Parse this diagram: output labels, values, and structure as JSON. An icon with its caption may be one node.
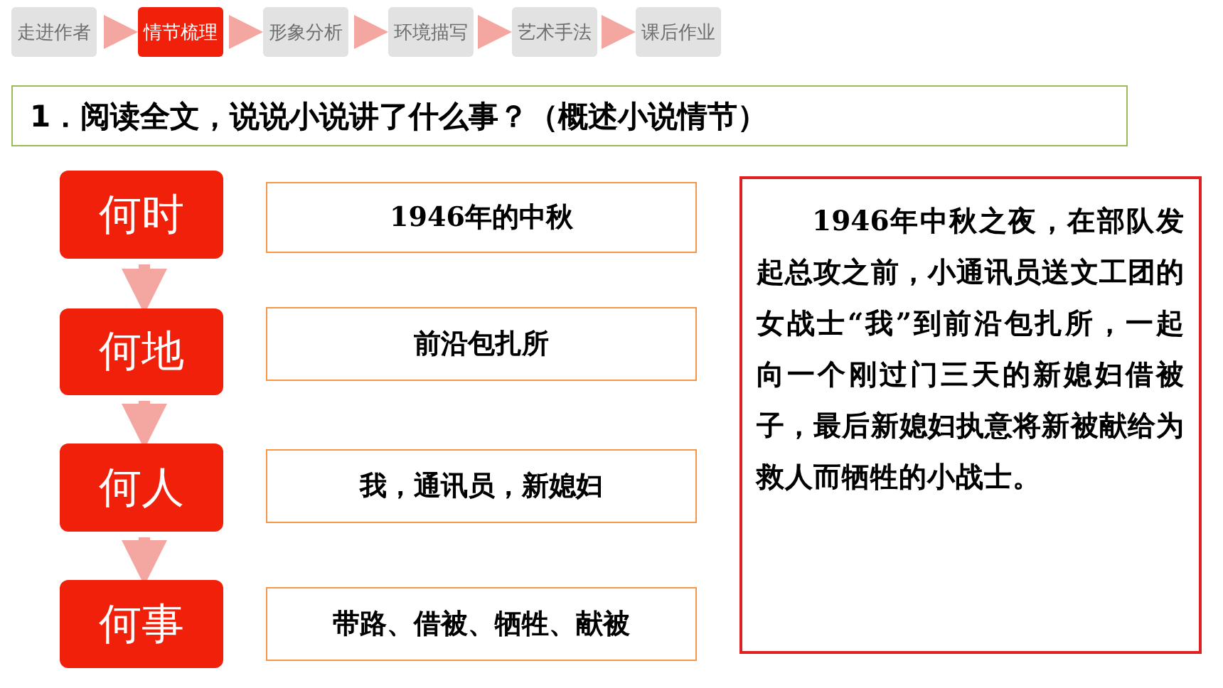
{
  "diagram": {
    "nodes": [
      {
        "text": [
          "走进作者"
        ]
      },
      {
        "text": [
          "情节梳理"
        ]
      },
      {
        "text": [
          "形象分析"
        ]
      },
      {
        "text": [
          "环境描写"
        ]
      },
      {
        "text": [
          "艺术手法"
        ]
      },
      {
        "text": [
          "课后作业"
        ]
      },
      {
        "text": [
          "1．阅读全文，说说小说讲了什么事？（概述小说情节）"
        ]
      },
      {
        "text": [
          "何时"
        ]
      },
      {
        "text": [
          "1946年的中秋"
        ]
      },
      {
        "text": [
          "何地"
        ]
      },
      {
        "text": [
          "前沿包扎所"
        ]
      },
      {
        "text": [
          "何人"
        ]
      },
      {
        "text": [
          "我，通讯员，新媳妇"
        ]
      },
      {
        "text": [
          "何事"
        ]
      },
      {
        "text": [
          "带路、借被、牺牲、献被"
        ]
      },
      {
        "text": [
          "1946年中秋之夜，在部队发起总攻之前，小通讯员送文工团的女战士“我”到前沿包扎所，一起向一个刚过门三天的新媳妇借被子，最后新媳妇执意将新被献给为救人而牺牲的小战士。"
        ]
      }
    ],
    "edges": [
      {
        "from": 0,
        "to": 1,
        "arrow": "to"
      },
      {
        "from": 1,
        "to": 2,
        "arrow": "to"
      },
      {
        "from": 2,
        "to": 3,
        "arrow": "to"
      },
      {
        "from": 3,
        "to": 4,
        "arrow": "to"
      },
      {
        "from": 4,
        "to": 5,
        "arrow": "to"
      },
      {
        "from": 7,
        "to": 9,
        "arrow": "to"
      },
      {
        "from": 9,
        "to": 11,
        "arrow": "to"
      },
      {
        "from": 11,
        "to": 13,
        "arrow": "to"
      }
    ]
  }
}
